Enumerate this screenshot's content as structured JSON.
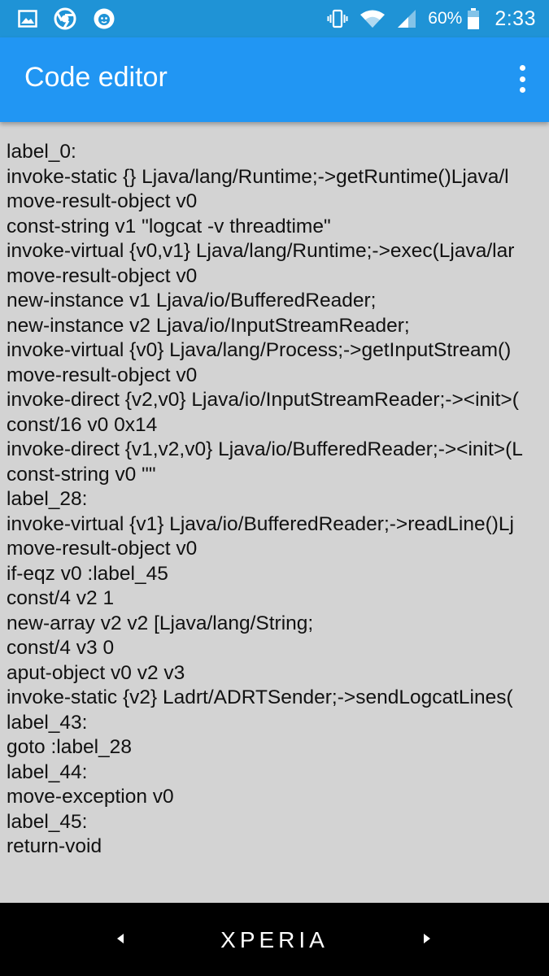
{
  "status_bar": {
    "battery_percent": "60%",
    "time": "2:33",
    "left_icons": [
      "gallery-icon",
      "chrome-icon",
      "lion-icon"
    ],
    "right_icons": [
      "vibrate-icon",
      "wifi-icon",
      "signal-icon",
      "battery-icon"
    ]
  },
  "app_bar": {
    "title": "Code editor",
    "overflow_icon": "more-vert-icon"
  },
  "editor": {
    "lines": [
      "label_0:",
      "invoke-static {} Ljava/lang/Runtime;->getRuntime()Ljava/l",
      "move-result-object v0",
      "const-string v1 \"logcat -v threadtime\"",
      "invoke-virtual {v0,v1} Ljava/lang/Runtime;->exec(Ljava/lar",
      "move-result-object v0",
      "new-instance v1 Ljava/io/BufferedReader;",
      "new-instance v2 Ljava/io/InputStreamReader;",
      "invoke-virtual {v0} Ljava/lang/Process;->getInputStream()",
      "move-result-object v0",
      "invoke-direct {v2,v0} Ljava/io/InputStreamReader;-><init>(",
      "const/16 v0 0x14",
      "invoke-direct {v1,v2,v0} Ljava/io/BufferedReader;-><init>(L",
      "const-string v0 \"\"",
      "label_28:",
      "invoke-virtual {v1} Ljava/io/BufferedReader;->readLine()Lj",
      "move-result-object v0",
      "if-eqz v0 :label_45",
      "const/4 v2 1",
      "new-array v2 v2 [Ljava/lang/String;",
      "const/4 v3 0",
      "aput-object v0 v2 v3",
      "invoke-static {v2} Ladrt/ADRTSender;->sendLogcatLines(",
      "label_43:",
      "goto :label_28",
      "label_44:",
      "move-exception v0",
      "label_45:",
      "return-void"
    ]
  },
  "nav_bar": {
    "brand": "XPERIA",
    "back_icon": "back-arrow-icon",
    "forward_icon": "forward-arrow-icon"
  },
  "colors": {
    "status_bar": "#1f93d6",
    "app_bar": "#2196f3",
    "editor_background": "#d3d3d3",
    "nav_bar": "#000000"
  }
}
